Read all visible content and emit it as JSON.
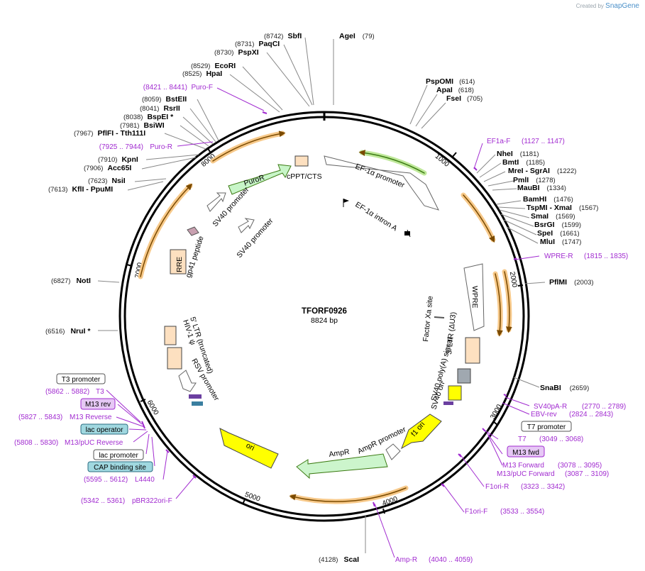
{
  "credit": {
    "prefix": "Created by",
    "brand": "SnapGene"
  },
  "plasmid": {
    "name": "TFORF0926",
    "length": "8824 bp"
  },
  "ticks": [
    "1000",
    "2000",
    "3000",
    "4000",
    "5000",
    "6000",
    "7000",
    "8000"
  ],
  "sites_right": [
    {
      "name": "AgeI",
      "pos": "(79)"
    },
    {
      "name": "PspOMI",
      "pos": "(614)"
    },
    {
      "name": "ApaI",
      "pos": "(618)"
    },
    {
      "name": "FseI",
      "pos": "(705)"
    },
    {
      "name": "NheI",
      "pos": "(1181)"
    },
    {
      "name": "BmtI",
      "pos": "(1185)"
    },
    {
      "name": "MreI - SgrAI",
      "pos": "(1222)"
    },
    {
      "name": "PmlI",
      "pos": "(1278)"
    },
    {
      "name": "MauBI",
      "pos": "(1334)"
    },
    {
      "name": "BamHI",
      "pos": "(1476)"
    },
    {
      "name": "TspMI - XmaI",
      "pos": "(1567)"
    },
    {
      "name": "SmaI",
      "pos": "(1569)"
    },
    {
      "name": "BsrGI",
      "pos": "(1599)"
    },
    {
      "name": "SpeI",
      "pos": "(1661)"
    },
    {
      "name": "MluI",
      "pos": "(1747)"
    },
    {
      "name": "PflMI",
      "pos": "(2003)"
    },
    {
      "name": "SnaBI",
      "pos": "(2659)"
    },
    {
      "name": "ScaI",
      "pos": "(4128)"
    }
  ],
  "sites_left": [
    {
      "name": "SbfI",
      "pos": "(8742)"
    },
    {
      "name": "PaqCI",
      "pos": "(8731)"
    },
    {
      "name": "PspXI",
      "pos": "(8730)"
    },
    {
      "name": "EcoRI",
      "pos": "(8529)"
    },
    {
      "name": "HpaI",
      "pos": "(8525)"
    },
    {
      "name": "BstEII",
      "pos": "(8059)"
    },
    {
      "name": "RsrII",
      "pos": "(8041)"
    },
    {
      "name": "BspEI *",
      "pos": "(8038)"
    },
    {
      "name": "BsiWI",
      "pos": "(7981)"
    },
    {
      "name": "PflFI - Tth111I",
      "pos": "(7967)"
    },
    {
      "name": "KpnI",
      "pos": "(7910)"
    },
    {
      "name": "Acc65I",
      "pos": "(7906)"
    },
    {
      "name": "NsiI",
      "pos": "(7623)"
    },
    {
      "name": "KflI - PpuMI",
      "pos": "(7613)"
    },
    {
      "name": "NotI",
      "pos": "(6827)"
    },
    {
      "name": "NruI *",
      "pos": "(6516)"
    }
  ],
  "primers": [
    {
      "name": "Puro-F",
      "pos": "(8421 .. 8441)"
    },
    {
      "name": "Puro-R",
      "pos": "(7925 .. 7944)"
    },
    {
      "name": "EF1a-F",
      "pos": "(1127 .. 1147)"
    },
    {
      "name": "WPRE-R",
      "pos": "(1815 .. 1835)"
    },
    {
      "name": "SV40pA-R",
      "pos": "(2770 .. 2789)"
    },
    {
      "name": "EBV-rev",
      "pos": "(2824 .. 2843)"
    },
    {
      "name": "T7 promoter",
      "pos": ""
    },
    {
      "name": "T7",
      "pos": "(3049 .. 3068)"
    },
    {
      "name": "M13 fwd",
      "pos": ""
    },
    {
      "name": "M13 Forward",
      "pos": "(3078 .. 3095)"
    },
    {
      "name": "M13/pUC Forward",
      "pos": "(3087 .. 3109)"
    },
    {
      "name": "F1ori-R",
      "pos": "(3323 .. 3342)"
    },
    {
      "name": "F1ori-F",
      "pos": "(3533 .. 3554)"
    },
    {
      "name": "Amp-R",
      "pos": "(4040 .. 4059)"
    },
    {
      "name": "T3 promoter",
      "pos": ""
    },
    {
      "name": "T3",
      "pos": "(5862 .. 5882)"
    },
    {
      "name": "M13 rev",
      "pos": ""
    },
    {
      "name": "M13 Reverse",
      "pos": "(5827 .. 5843)"
    },
    {
      "name": "lac operator",
      "pos": ""
    },
    {
      "name": "M13/pUC Reverse",
      "pos": "(5808 .. 5830)"
    },
    {
      "name": "lac promoter",
      "pos": ""
    },
    {
      "name": "CAP binding site",
      "pos": ""
    },
    {
      "name": "L4440",
      "pos": "(5595 .. 5612)"
    },
    {
      "name": "pBR322ori-F",
      "pos": "(5342 .. 5361)"
    }
  ],
  "features": [
    "EF-1α promoter",
    "EF-1α intron A",
    "cPPT/CTS",
    "PuroR",
    "SV40 promoter",
    "SV40 promoter",
    "gp41 peptide",
    "RRE",
    "WPRE",
    "Factor Xa site",
    "3′ LTR (ΔU3)",
    "SV40 poly(A) signal",
    "SV40 ori",
    "f1 ori",
    "AmpR promoter",
    "AmpR",
    "ori",
    "5′ LTR (truncated)",
    "HIV-1 ψ",
    "RSV promoter"
  ],
  "colors": {
    "primer": "#a12bd0",
    "orange_cds": "#f2a93b",
    "green_cds": "#6fb52c",
    "puror": "#c8f5c8",
    "ori": "#ffff00",
    "ampr": "#ccf5cc"
  }
}
